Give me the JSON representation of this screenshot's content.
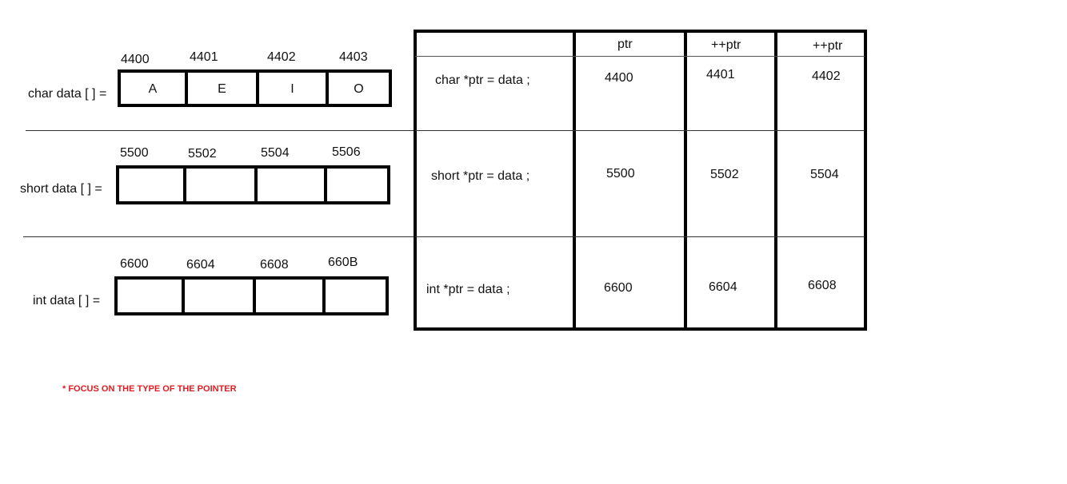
{
  "arrays": [
    {
      "label": "char data [  ] =",
      "addresses": [
        "4400",
        "4401",
        "4402",
        "4403"
      ],
      "values": [
        "A",
        "E",
        "I",
        "O"
      ]
    },
    {
      "label": "short  data [  ] =",
      "addresses": [
        "5500",
        "5502",
        "5504",
        "5506"
      ],
      "values": [
        "",
        "",
        "",
        ""
      ]
    },
    {
      "label": "int  data [  ] =",
      "addresses": [
        "6600",
        "6604",
        "6608",
        "660B"
      ],
      "values": [
        "",
        "",
        "",
        ""
      ]
    }
  ],
  "table": {
    "headers": [
      "ptr",
      "++ptr",
      "++ptr"
    ],
    "rows": [
      {
        "decl": "char *ptr = data ;",
        "values": [
          "4400",
          "4401",
          "4402"
        ]
      },
      {
        "decl": "short *ptr = data ;",
        "values": [
          "5500",
          "5502",
          "5504"
        ]
      },
      {
        "decl": "int *ptr = data ;",
        "values": [
          "6600",
          "6604",
          "6608"
        ]
      }
    ]
  },
  "note": "* FOCUS ON THE TYPE OF THE POINTER",
  "colors": {
    "note": "#e01b22",
    "lines": "#000000"
  }
}
